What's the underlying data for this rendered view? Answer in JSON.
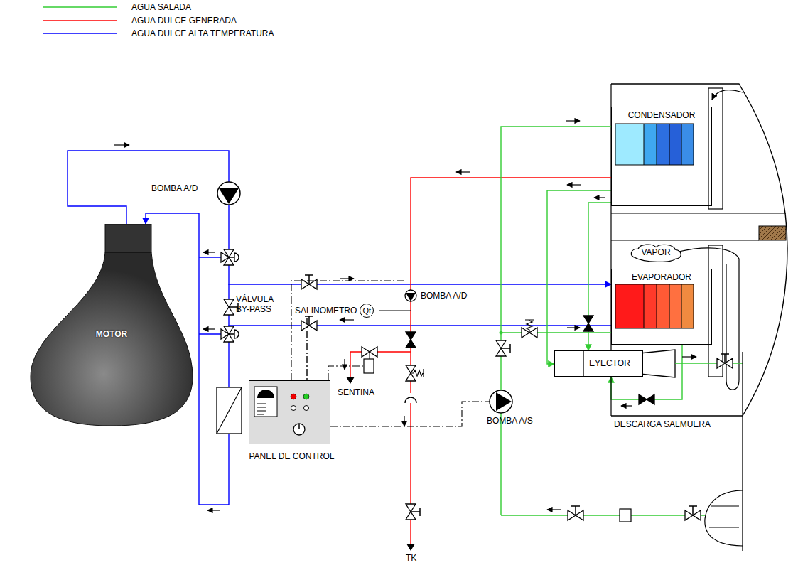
{
  "diagram": {
    "nodes": [
      {
        "text": [
          "CONDENSADOR"
        ]
      },
      {
        "text": [
          "VAPOR"
        ]
      },
      {
        "text": [
          "EVAPORADOR"
        ]
      },
      {
        "text": [
          "MOTOR"
        ]
      },
      {
        "text": [
          "SALINOMETRO",
          "Qt"
        ]
      },
      {
        "text": [
          "EYECTOR"
        ]
      },
      {
        "text": [
          "PANEL DE CONTROL"
        ]
      }
    ],
    "edges": [
      {
        "from": 3,
        "to": 2,
        "arrow": "to"
      },
      {
        "from": 2,
        "to": 3,
        "arrow": "to"
      },
      {
        "from": 0,
        "to": 5,
        "arrow": "to"
      },
      {
        "from": 0,
        "to": 5,
        "arrow": "to"
      },
      {
        "from": 2,
        "to": 5,
        "arrow": "to"
      },
      {
        "from": 4,
        "to": 6,
        "arrow": "none"
      }
    ],
    "labels": [
      "BOMBA A/D",
      "VÁLVULA BY-PASS",
      "BOMBA A/D",
      "SENTINA",
      "TK",
      "BOMBA A/S",
      "DESCARGA SALMUERA"
    ],
    "legend": [
      {
        "text": "AGUA SALADA"
      },
      {
        "text": "AGUA DULCE GENERADA"
      },
      {
        "text": "AGUA DULCE ALTA TEMPERATURA"
      }
    ]
  }
}
